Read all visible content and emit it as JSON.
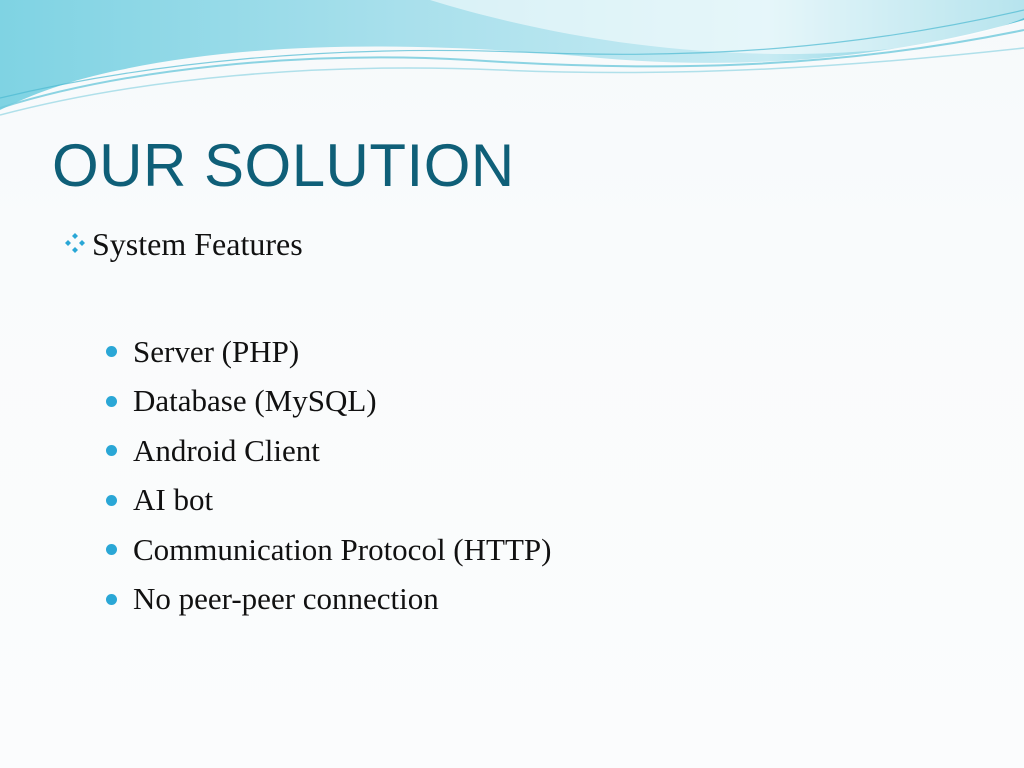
{
  "slide": {
    "title": "OUR SOLUTION",
    "section": {
      "icon": "four-diamond-bullet-icon",
      "label": "System Features"
    },
    "bullets": [
      {
        "icon": "dot-bullet-icon",
        "label": "Server (PHP)"
      },
      {
        "icon": "dot-bullet-icon",
        "label": "Database (MySQL)"
      },
      {
        "icon": "dot-bullet-icon",
        "label": "Android Client"
      },
      {
        "icon": "dot-bullet-icon",
        "label": "AI bot"
      },
      {
        "icon": "dot-bullet-icon",
        "label": "Communication Protocol (HTTP)"
      },
      {
        "icon": "dot-bullet-icon",
        "label": "No peer-peer connection"
      }
    ]
  },
  "colors": {
    "title": "#0f5f78",
    "text": "#111111",
    "bullet": "#2aa7d6",
    "wave_light": "#bfe6ef",
    "wave_dark": "#5cc6da"
  }
}
